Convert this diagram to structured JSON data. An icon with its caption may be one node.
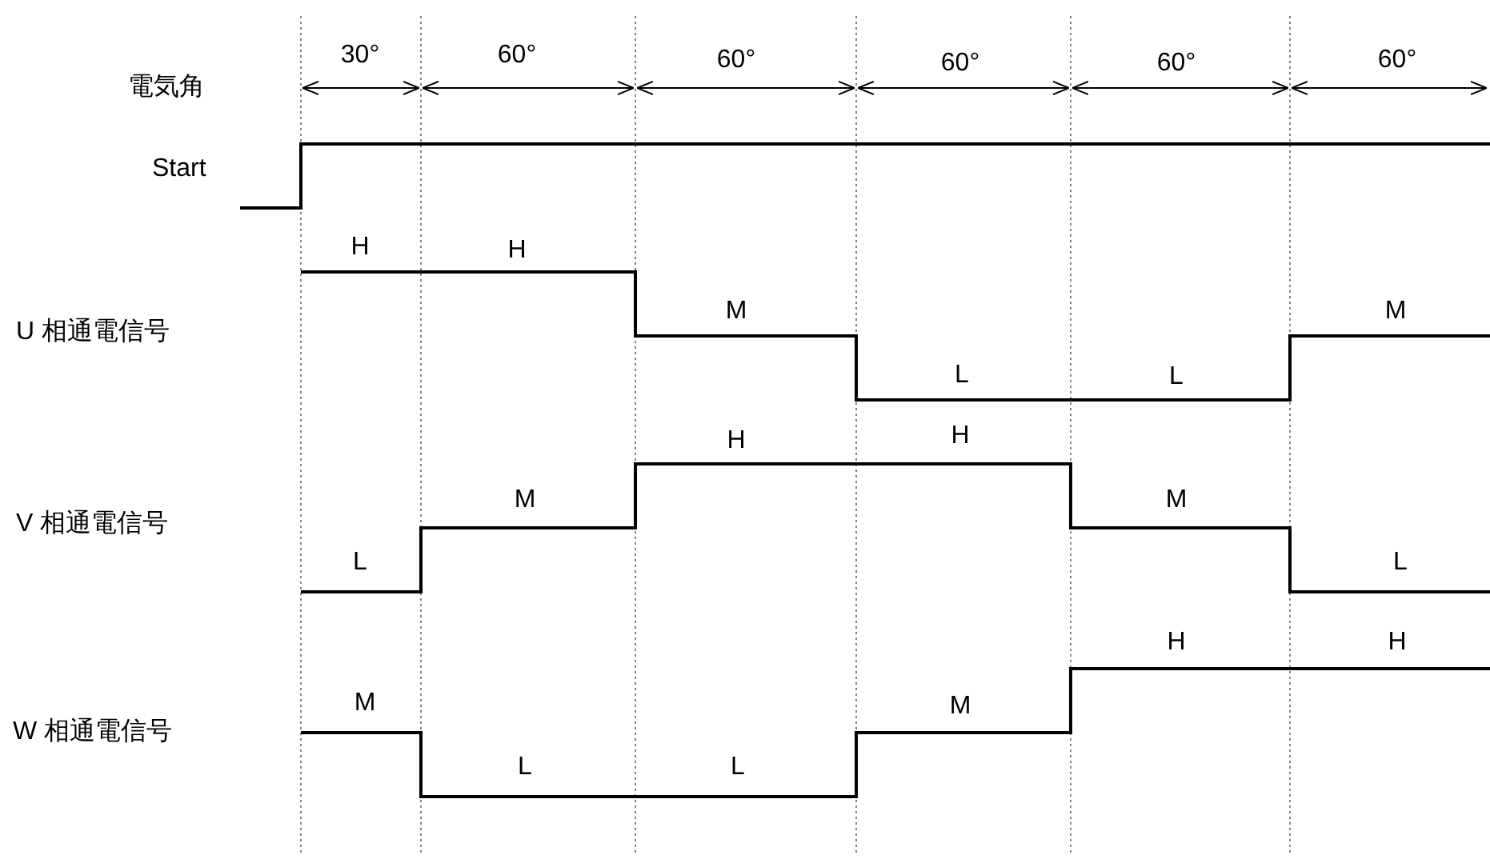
{
  "diagram": {
    "labels": [
      "30°",
      "60°",
      "60°",
      "60°",
      "60°",
      "60°",
      "電気角",
      "Start",
      "H",
      "H",
      "U 相通電信号",
      "M",
      "L",
      "L",
      "M",
      "V 相通電信号",
      "L",
      "M",
      "H",
      "H",
      "M",
      "L",
      "W 相通電信号",
      "M",
      "L",
      "L",
      "M",
      "H",
      "H"
    ]
  }
}
